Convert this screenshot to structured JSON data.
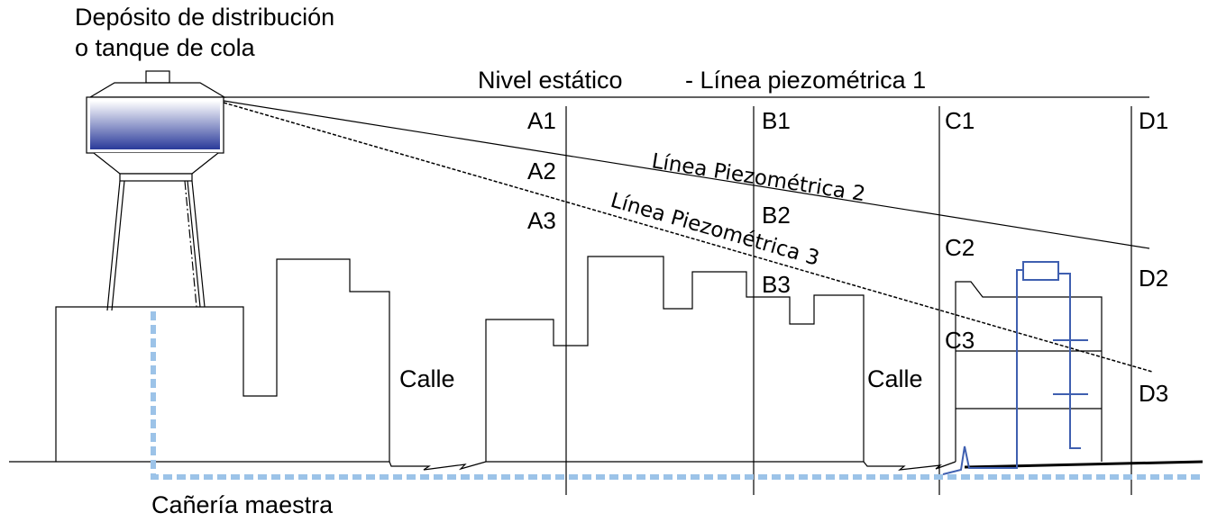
{
  "title_line1": "Depósito de distribución",
  "title_line2": "o tanque de cola",
  "static_level": "Nivel estático",
  "line1": "- Línea piezométrica 1",
  "line2": "Línea Piezométrica 2",
  "line3": "Línea Piezométrica 3",
  "street_label": "Calle",
  "main_pipe": "Cañería maestra",
  "points": {
    "A1": "A1",
    "A2": "A2",
    "A3": "A3",
    "B1": "B1",
    "B2": "B2",
    "B3": "B3",
    "C1": "C1",
    "C2": "C2",
    "C3": "C3",
    "D1": "D1",
    "D2": "D2",
    "D3": "D3"
  },
  "colors": {
    "tank_top": "#ffffff",
    "tank_bottom": "#2a3a9a",
    "pipe_blue": "#9cc3e8",
    "plumbing_blue": "#3f5fb0"
  }
}
